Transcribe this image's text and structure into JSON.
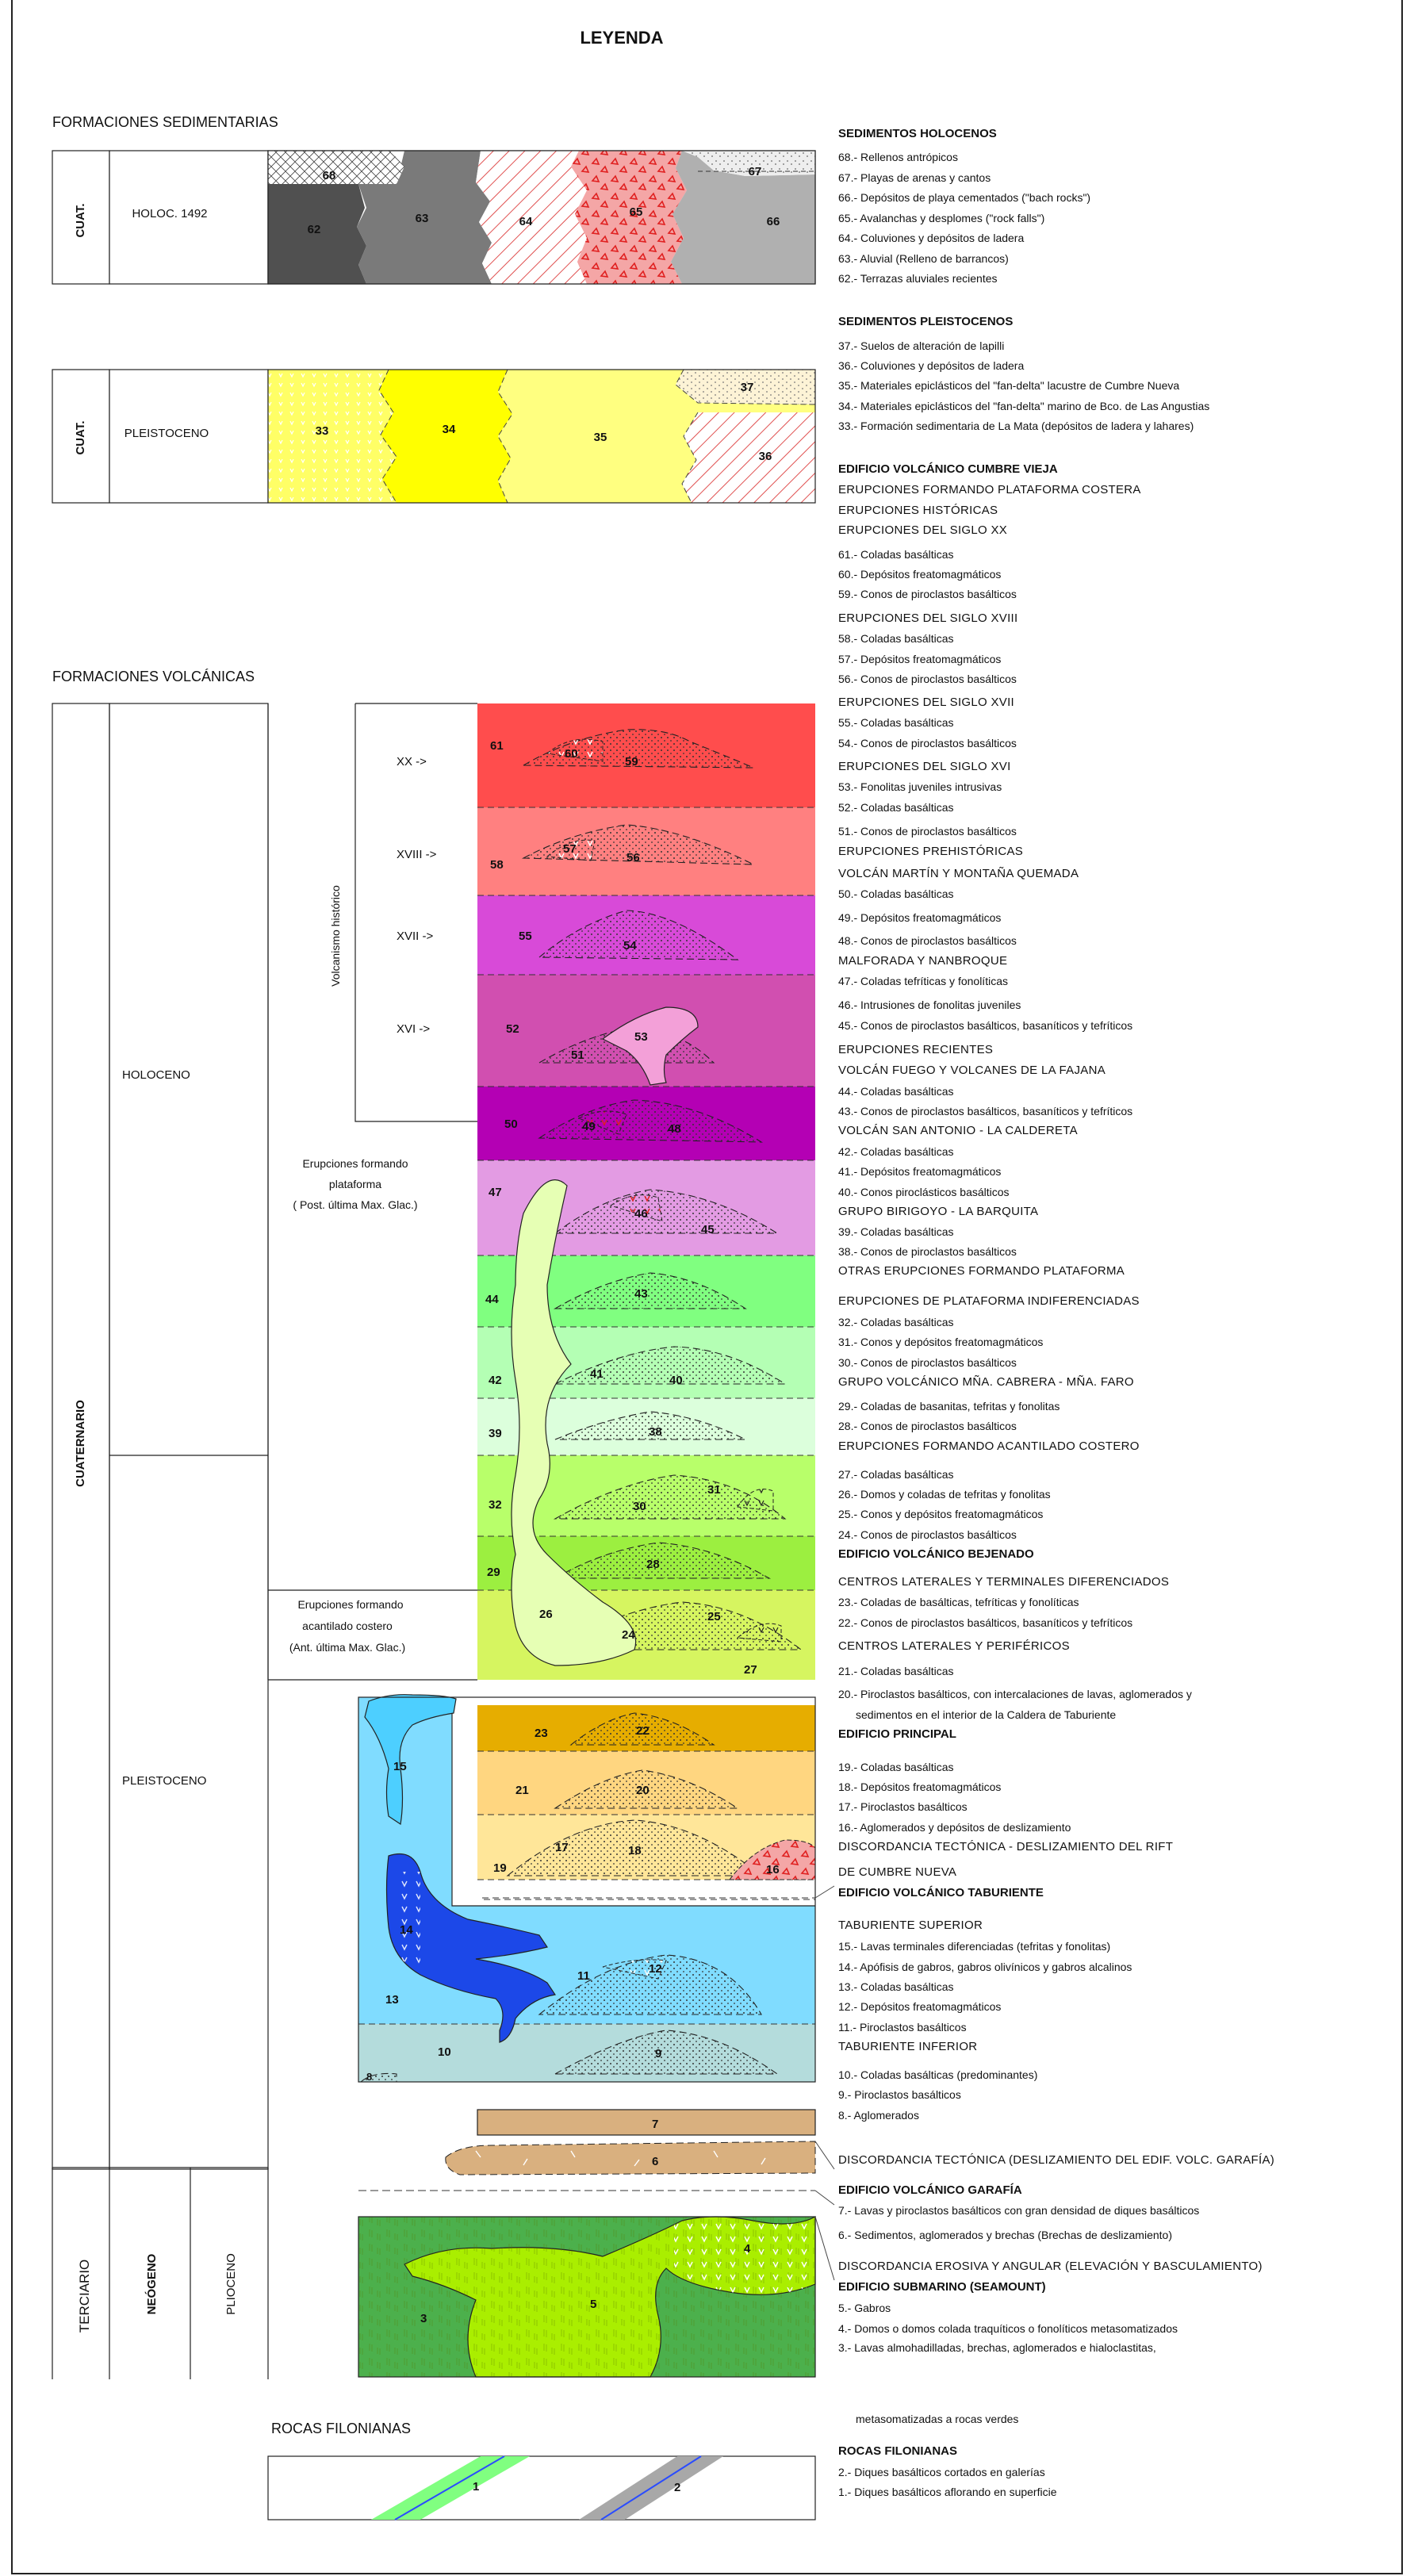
{
  "title": "LEYENDA",
  "sections": {
    "sedimentarias": "FORMACIONES SEDIMENTARIAS",
    "volcanicas": "FORMACIONES VOLCÁNICAS",
    "filonianas": "ROCAS FILONIANAS"
  },
  "column_labels": {
    "cuat": "CUAT.",
    "holoc": "HOLOC. 1492",
    "pleistoceno": "PLEISTOCENO",
    "cuaternario": "CUATERNARIO",
    "holoceno": "HOLOCENO",
    "pleistoceno2": "PLEISTOCENO",
    "terciario": "TERCIARIO",
    "neogeno": "NEÓGENO",
    "plioceno": "PLIOCENO",
    "volc_hist": "Volcanismo histórico",
    "xx": "XX ->",
    "xviii": "XVIII ->",
    "xvii": "XVII ->",
    "xvi": "XVI ->",
    "plataforma": [
      "Erupciones formando",
      "plataforma",
      "( Post. última Max. Glac.)"
    ],
    "acantilado": [
      "Erupciones formando",
      "acantilado costero",
      "(Ant. última Max. Glac.)"
    ]
  },
  "unit_numbers": {
    "n68": "68",
    "n67": "67",
    "n66": "66",
    "n65": "65",
    "n64": "64",
    "n63": "63",
    "n62": "62",
    "n37": "37",
    "n36": "36",
    "n35": "35",
    "n34": "34",
    "n33": "33",
    "n61": "61",
    "n60": "60",
    "n59": "59",
    "n58": "58",
    "n57": "57",
    "n56": "56",
    "n55": "55",
    "n54": "54",
    "n53": "53",
    "n52": "52",
    "n51": "51",
    "n50": "50",
    "n49": "49",
    "n48": "48",
    "n47": "47",
    "n46": "46",
    "n45": "45",
    "n44": "44",
    "n43": "43",
    "n42": "42",
    "n41": "41",
    "n40": "40",
    "n39": "39",
    "n38": "38",
    "n32": "32",
    "n31": "31",
    "n30": "30",
    "n29": "29",
    "n28": "28",
    "n27": "27",
    "n26": "26",
    "n25": "25",
    "n24": "24",
    "n23": "23",
    "n22": "22",
    "n21": "21",
    "n20": "20",
    "n19": "19",
    "n18": "18",
    "n17": "17",
    "n16": "16",
    "n15": "15",
    "n14": "14",
    "n13": "13",
    "n12": "12",
    "n11": "11",
    "n10": "10",
    "n9": "9",
    "n8": "8",
    "n7": "7",
    "n6": "6",
    "n5": "5",
    "n4": "4",
    "n3": "3",
    "n2": "2",
    "n1": "1"
  },
  "legend": [
    {
      "k": "h",
      "t": "SEDIMENTOS HOLOCENOS"
    },
    {
      "k": "i",
      "t": "68.- Rellenos antrópicos"
    },
    {
      "k": "i",
      "t": "67.- Playas de arenas y cantos"
    },
    {
      "k": "i",
      "t": "66.- Depósitos de playa cementados (\"bach rocks\")"
    },
    {
      "k": "i",
      "t": "65.- Avalanchas y desplomes (\"rock falls\")"
    },
    {
      "k": "i",
      "t": "64.- Coluviones y depósitos de ladera"
    },
    {
      "k": "i",
      "t": "63.- Aluvial (Relleno de barrancos)"
    },
    {
      "k": "i",
      "t": "62.- Terrazas aluviales recientes"
    },
    {
      "k": "h",
      "t": "SEDIMENTOS PLEISTOCENOS"
    },
    {
      "k": "i",
      "t": "37.- Suelos de alteración de lapilli"
    },
    {
      "k": "i",
      "t": "36.- Coluviones y depósitos de ladera"
    },
    {
      "k": "i",
      "t": "35.- Materiales epiclásticos del \"fan-delta\" lacustre de Cumbre Nueva"
    },
    {
      "k": "i",
      "t": "34.- Materiales epiclásticos del \"fan-delta\" marino de Bco. de Las Angustias"
    },
    {
      "k": "i",
      "t": "33.- Formación sedimentaria de La Mata (depósitos de  ladera y lahares)"
    },
    {
      "k": "h",
      "t": "EDIFICIO VOLCÁNICO CUMBRE VIEJA"
    },
    {
      "k": "s",
      "t": "ERUPCIONES FORMANDO PLATAFORMA COSTERA"
    },
    {
      "k": "s",
      "t": "ERUPCIONES HISTÓRICAS"
    },
    {
      "k": "s",
      "t": "ERUPCIONES DEL SIGLO XX"
    },
    {
      "k": "i",
      "t": "61.- Coladas basálticas"
    },
    {
      "k": "i",
      "t": "60.- Depósitos freatomagmáticos"
    },
    {
      "k": "i",
      "t": "59.- Conos de piroclastos basálticos"
    },
    {
      "k": "s",
      "t": "ERUPCIONES DEL SIGLO XVIII"
    },
    {
      "k": "i",
      "t": "58.- Coladas basálticas"
    },
    {
      "k": "i",
      "t": "57.- Depósitos freatomagmáticos"
    },
    {
      "k": "i",
      "t": "56.- Conos de piroclastos basálticos"
    },
    {
      "k": "s",
      "t": "ERUPCIONES DEL SIGLO XVII"
    },
    {
      "k": "i",
      "t": "55.- Coladas basálticas"
    },
    {
      "k": "i",
      "t": "54.- Conos de piroclastos basálticos"
    },
    {
      "k": "s",
      "t": "ERUPCIONES DEL SIGLO XVI"
    },
    {
      "k": "i",
      "t": "53.- Fonolitas juveniles intrusivas"
    },
    {
      "k": "i",
      "t": "52.- Coladas basálticas"
    },
    {
      "k": "i",
      "t": "51.- Conos de piroclastos basálticos"
    },
    {
      "k": "s",
      "t": "ERUPCIONES PREHISTÓRICAS"
    },
    {
      "k": "s",
      "t": "VOLCÁN MARTÍN Y MONTAÑA QUEMADA"
    },
    {
      "k": "i",
      "t": "50.- Coladas basálticas"
    },
    {
      "k": "i",
      "t": "49.- Depósitos freatomagmáticos"
    },
    {
      "k": "i",
      "t": "48.- Conos de piroclastos basálticos"
    },
    {
      "k": "s",
      "t": "MALFORADA Y NANBROQUE"
    },
    {
      "k": "i",
      "t": "47.- Coladas tefríticas y fonolíticas"
    },
    {
      "k": "i",
      "t": "46.- Intrusiones de fonolitas juveniles"
    },
    {
      "k": "i",
      "t": "45.- Conos de piroclastos basálticos, basaníticos y tefríticos"
    },
    {
      "k": "s",
      "t": "ERUPCIONES RECIENTES"
    },
    {
      "k": "s",
      "t": "VOLCÁN FUEGO Y VOLCANES DE LA FAJANA"
    },
    {
      "k": "i",
      "t": "44.- Coladas basálticas"
    },
    {
      "k": "i",
      "t": "43.- Conos de piroclastos basálticos, basaníticos y tefríticos"
    },
    {
      "k": "s",
      "t": "VOLCÁN SAN ANTONIO - LA CALDERETA"
    },
    {
      "k": "i",
      "t": "42.- Coladas basálticas"
    },
    {
      "k": "i",
      "t": "41.- Depósitos freatomagmáticos"
    },
    {
      "k": "i",
      "t": "40.- Conos piroclásticos basálticos"
    },
    {
      "k": "s",
      "t": "GRUPO BIRIGOYO - LA BARQUITA"
    },
    {
      "k": "i",
      "t": "39.- Coladas basálticas"
    },
    {
      "k": "i",
      "t": "38.- Conos de piroclastos basálticos"
    },
    {
      "k": "s",
      "t": "OTRAS ERUPCIONES FORMANDO PLATAFORMA"
    },
    {
      "k": "s",
      "t": "ERUPCIONES DE PLATAFORMA INDIFERENCIADAS"
    },
    {
      "k": "i",
      "t": "32.- Coladas basálticas"
    },
    {
      "k": "i",
      "t": "31.- Conos y depósitos freatomagmáticos"
    },
    {
      "k": "i",
      "t": "30.- Conos de piroclastos basálticos"
    },
    {
      "k": "s",
      "t": "GRUPO VOLCÁNICO MÑA. CABRERA - MÑA. FARO"
    },
    {
      "k": "i",
      "t": "29.- Coladas de basanitas, tefritas y fonolitas"
    },
    {
      "k": "i",
      "t": "28.- Conos de piroclastos basálticos"
    },
    {
      "k": "s",
      "t": "ERUPCIONES FORMANDO ACANTILADO COSTERO"
    },
    {
      "k": "i",
      "t": "27.- Coladas basálticas"
    },
    {
      "k": "i",
      "t": "26.- Domos y coladas de tefritas y fonolitas"
    },
    {
      "k": "i",
      "t": "25.- Conos y depósitos freatomagmáticos"
    },
    {
      "k": "i",
      "t": "24.- Conos de piroclastos basálticos"
    },
    {
      "k": "h",
      "t": "EDIFICIO VOLCÁNICO BEJENADO"
    },
    {
      "k": "s",
      "t": "CENTROS LATERALES Y TERMINALES DIFERENCIADOS"
    },
    {
      "k": "i",
      "t": "23.- Coladas de basálticas, tefríticas y fonolíticas"
    },
    {
      "k": "i",
      "t": "22.- Conos de piroclastos basálticos, basaníticos y tefríticos"
    },
    {
      "k": "s",
      "t": "CENTROS LATERALES Y PERIFÉRICOS"
    },
    {
      "k": "i",
      "t": "21.- Coladas basálticas"
    },
    {
      "k": "i",
      "t": "20.- Piroclastos basálticos, con intercalaciones de lavas, aglomerados y"
    },
    {
      "k": "i2",
      "t": "sedimentos en el interior de  la Caldera de Taburiente"
    },
    {
      "k": "h",
      "t": "EDIFICIO PRINCIPAL"
    },
    {
      "k": "i",
      "t": "19.- Coladas basálticas"
    },
    {
      "k": "i",
      "t": "18.- Depósitos freatomagmáticos"
    },
    {
      "k": "i",
      "t": "17.- Piroclastos basálticos"
    },
    {
      "k": "i",
      "t": "16.- Aglomerados y depósitos de deslizamiento"
    },
    {
      "k": "s",
      "t": "DISCORDANCIA TECTÓNICA - DESLIZAMIENTO DEL RIFT"
    },
    {
      "k": "s",
      "t": "DE CUMBRE NUEVA"
    },
    {
      "k": "h",
      "t": "EDIFICIO VOLCÁNICO TABURIENTE"
    },
    {
      "k": "s",
      "t": "TABURIENTE SUPERIOR"
    },
    {
      "k": "i",
      "t": "15.- Lavas terminales diferenciadas (tefritas y fonolitas)"
    },
    {
      "k": "i",
      "t": "14.- Apófisis de gabros, gabros olivínicos y gabros alcalinos"
    },
    {
      "k": "i",
      "t": "13.- Coladas basálticas"
    },
    {
      "k": "i",
      "t": "12.- Depósitos freatomagmáticos"
    },
    {
      "k": "i",
      "t": "11.- Piroclastos basálticos"
    },
    {
      "k": "s",
      "t": "TABURIENTE INFERIOR"
    },
    {
      "k": "i",
      "t": "10.- Coladas basálticas (predominantes)"
    },
    {
      "k": "i",
      "t": "9.-  Piroclastos basálticos"
    },
    {
      "k": "i",
      "t": "8.-  Aglomerados"
    },
    {
      "k": "s",
      "t": "DISCORDANCIA TECTÓNICA (DESLIZAMIENTO DEL EDIF. VOLC. GARAFÍA)"
    },
    {
      "k": "h",
      "t": "EDIFICIO VOLCÁNICO GARAFÍA"
    },
    {
      "k": "i",
      "t": "7.- Lavas y piroclastos basálticos con gran densidad de diques basálticos"
    },
    {
      "k": "i",
      "t": "6.- Sedimentos, aglomerados y brechas (Brechas de deslizamiento)"
    },
    {
      "k": "s",
      "t": "DISCORDANCIA EROSIVA Y ANGULAR (ELEVACIÓN Y BASCULAMIENTO)"
    },
    {
      "k": "h",
      "t": "EDIFICIO SUBMARINO (SEAMOUNT)"
    },
    {
      "k": "i",
      "t": "5.- Gabros"
    },
    {
      "k": "i",
      "t": "4.- Domos o domos colada traquíticos o fonolíticos  metasomatizados"
    },
    {
      "k": "i",
      "t": "3.- Lavas almohadilladas, brechas, aglomerados e hialoclastitas,"
    },
    {
      "k": "i2",
      "t": "metasomatizadas a rocas verdes"
    },
    {
      "k": "h",
      "t": "ROCAS FILONIANAS"
    },
    {
      "k": "i",
      "t": "2.- Diques basálticos cortados en galerías"
    },
    {
      "k": "i",
      "t": "1.- Diques basálticos aflorando en superficie"
    }
  ],
  "colors": {
    "c61": "#ff4d4d",
    "c58": "#ff8080",
    "c55": "#d84ad8",
    "c52": "#d14fb0",
    "c50": "#b400b4",
    "c47": "#e39be3",
    "c44": "#80ff80",
    "c42": "#b4ffb4",
    "c39": "#dcffdc",
    "c32": "#b8ff6a",
    "c29": "#9cef40",
    "c27": "#d6f560",
    "c23": "#e6ad00",
    "c21": "#ffd680",
    "c19": "#ffe699",
    "c13": "#80dcff",
    "c10": "#b4dcdc",
    "c7": "#d9b07f",
    "c3": "#4cb04c",
    "c5": "#aaee00",
    "c15": "#4dcfff",
    "c14": "#1c48e8",
    "c26": "#e6ffb4",
    "yellow34": "#ffff00",
    "yellow35": "#ffff80"
  }
}
